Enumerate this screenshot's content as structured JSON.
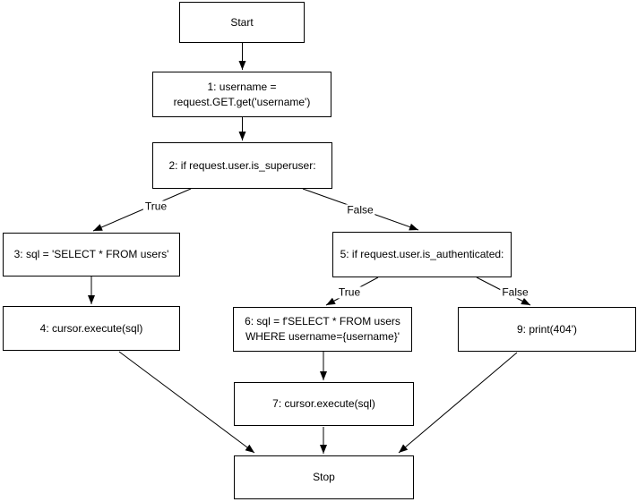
{
  "diagram": {
    "type": "flowchart",
    "nodes": [
      {
        "id": "start",
        "label": "Start"
      },
      {
        "id": "1",
        "label": "1: username =\nrequest.GET.get('username')"
      },
      {
        "id": "2",
        "label": "2: if request.user.is_superuser:"
      },
      {
        "id": "3",
        "label": "3: sql = 'SELECT * FROM users'"
      },
      {
        "id": "5",
        "label": "5: if request.user.is_authenticated:"
      },
      {
        "id": "4",
        "label": "4: cursor.execute(sql)"
      },
      {
        "id": "6",
        "label": "6: sql = f'SELECT * FROM users\nWHERE username={username}'"
      },
      {
        "id": "9",
        "label": "9: print(404')"
      },
      {
        "id": "7",
        "label": "7: cursor.execute(sql)"
      },
      {
        "id": "stop",
        "label": "Stop"
      }
    ],
    "edges": [
      {
        "from": "start",
        "to": "1",
        "label": ""
      },
      {
        "from": "1",
        "to": "2",
        "label": ""
      },
      {
        "from": "2",
        "to": "3",
        "label": "True"
      },
      {
        "from": "2",
        "to": "5",
        "label": "False"
      },
      {
        "from": "3",
        "to": "4",
        "label": ""
      },
      {
        "from": "5",
        "to": "6",
        "label": "True"
      },
      {
        "from": "5",
        "to": "9",
        "label": "False"
      },
      {
        "from": "6",
        "to": "7",
        "label": ""
      },
      {
        "from": "7",
        "to": "stop",
        "label": ""
      },
      {
        "from": "4",
        "to": "stop",
        "label": ""
      },
      {
        "from": "9",
        "to": "stop",
        "label": ""
      }
    ]
  },
  "colors": {
    "stroke": "#000000",
    "background": "#ffffff",
    "text": "#000000"
  }
}
